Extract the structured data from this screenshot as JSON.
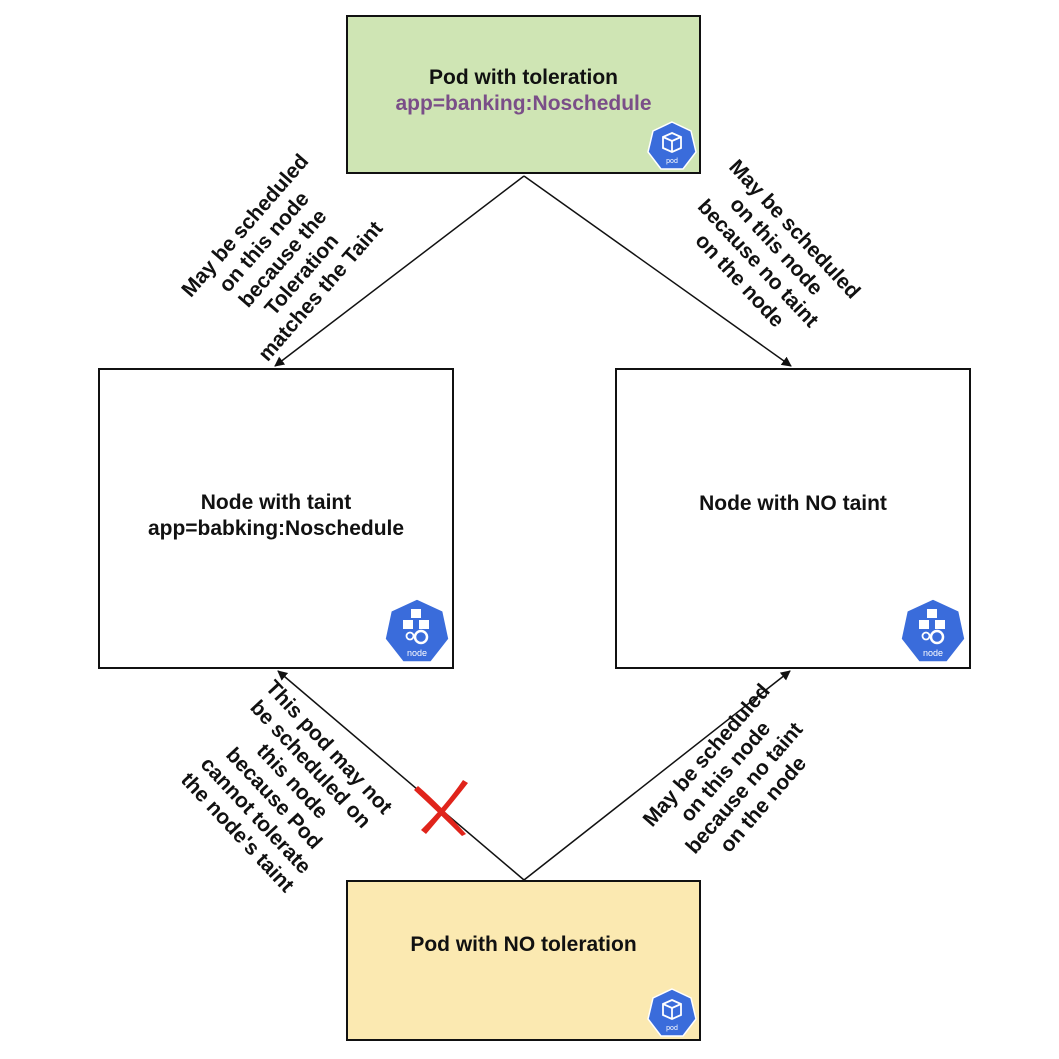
{
  "colors": {
    "pod_top_fill": "#cfe5b4",
    "pod_bottom_fill": "#fbe9b1",
    "toleration_text": "#7a4e88",
    "k8s_blue": "#3a6cdb",
    "cross_red": "#e0241b"
  },
  "pod_top": {
    "title": "Pod with toleration",
    "toleration": "app=banking:Noschedule",
    "icon_label": "pod",
    "icon": "kubernetes-pod-icon"
  },
  "node_left": {
    "title": "Node with taint",
    "taint": "app=babking:Noschedule",
    "icon_label": "node",
    "icon": "kubernetes-node-icon"
  },
  "node_right": {
    "title": "Node with NO taint",
    "icon_label": "node",
    "icon": "kubernetes-node-icon"
  },
  "pod_bottom": {
    "title": "Pod with NO toleration",
    "icon_label": "pod",
    "icon": "kubernetes-pod-icon"
  },
  "edges": {
    "top_left": [
      "May be scheduled",
      "on this node",
      "because the",
      "Toleration",
      "matches the Taint"
    ],
    "top_right": [
      "May be scheduled",
      "on this node",
      "because no taint",
      "on the node"
    ],
    "bottom_left": [
      "This pod may not",
      "be scheduled on",
      "this node",
      "because Pod",
      "cannot tolerate",
      "the node's taint"
    ],
    "bottom_right": [
      "May be scheduled",
      "on this node",
      "because no taint",
      "on the node"
    ]
  }
}
